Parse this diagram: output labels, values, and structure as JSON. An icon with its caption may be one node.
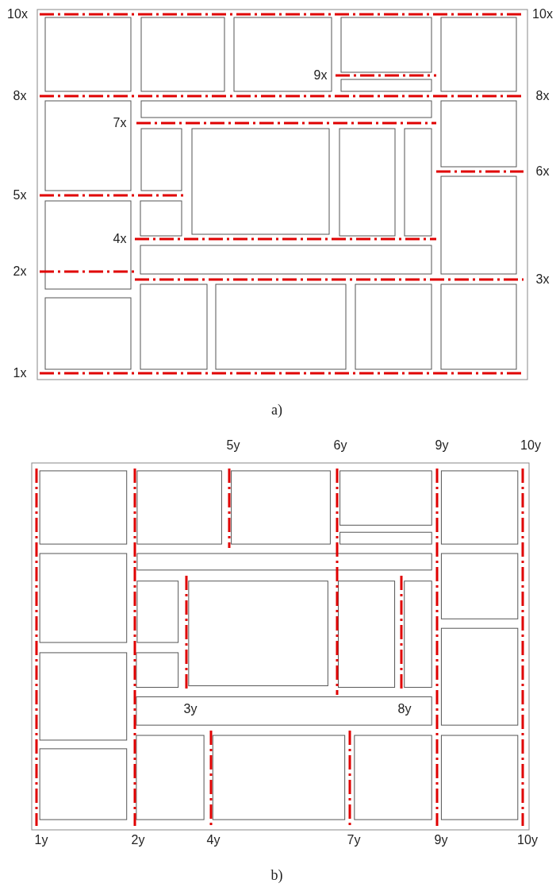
{
  "diagram": {
    "labels": [
      "10x",
      "10x",
      "9x",
      "8x",
      "8x",
      "7x",
      "6x",
      "5x",
      "4x",
      "2x",
      "3x",
      "1x",
      "a)",
      "5y",
      "6y",
      "9y",
      "10y",
      "3y",
      "8y",
      "1y",
      "2y",
      "4y",
      "7y",
      "9y",
      "10y",
      "b)"
    ]
  }
}
